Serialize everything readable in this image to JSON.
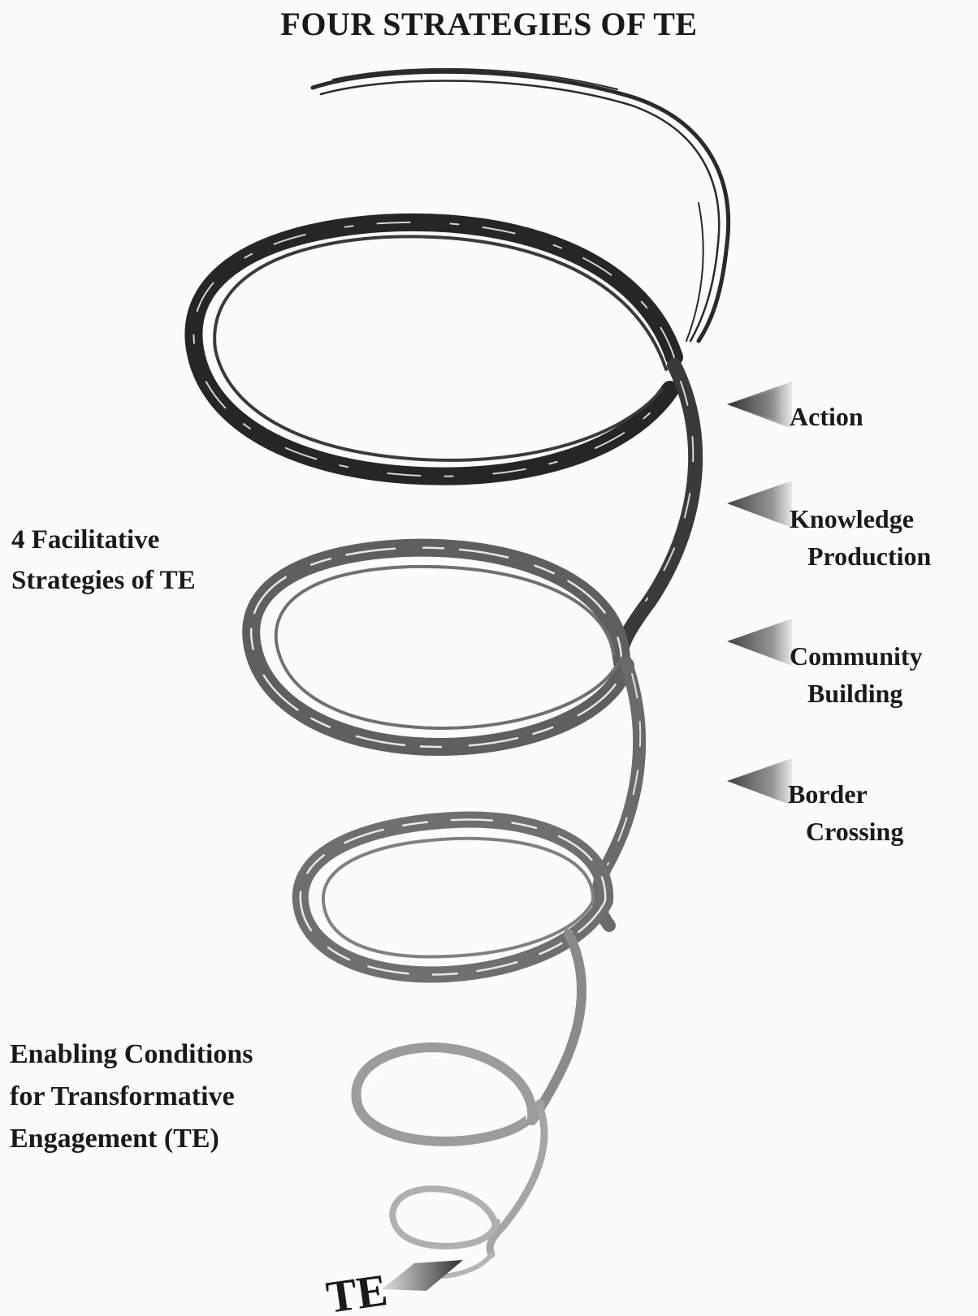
{
  "title": "FOUR STRATEGIES OF TE",
  "strategies": [
    {
      "line1": "Action",
      "line2": ""
    },
    {
      "line1": "Knowledge",
      "line2": "Production"
    },
    {
      "line1": "Community",
      "line2": "Building"
    },
    {
      "line1": "Border",
      "line2": "Crossing"
    }
  ],
  "facilitative_label": {
    "line1": "4 Facilitative",
    "line2": "Strategies of TE"
  },
  "enabling_label": {
    "line1": "Enabling Conditions",
    "line2": "for Transformative",
    "line3": "Engagement (TE)"
  },
  "te_label": "TE",
  "colors": {
    "spiral_top": "#2b2b2b",
    "spiral_mid": "#6b6b6b",
    "spiral_bottom": "#a9a9a9",
    "arrow": "#444444"
  }
}
